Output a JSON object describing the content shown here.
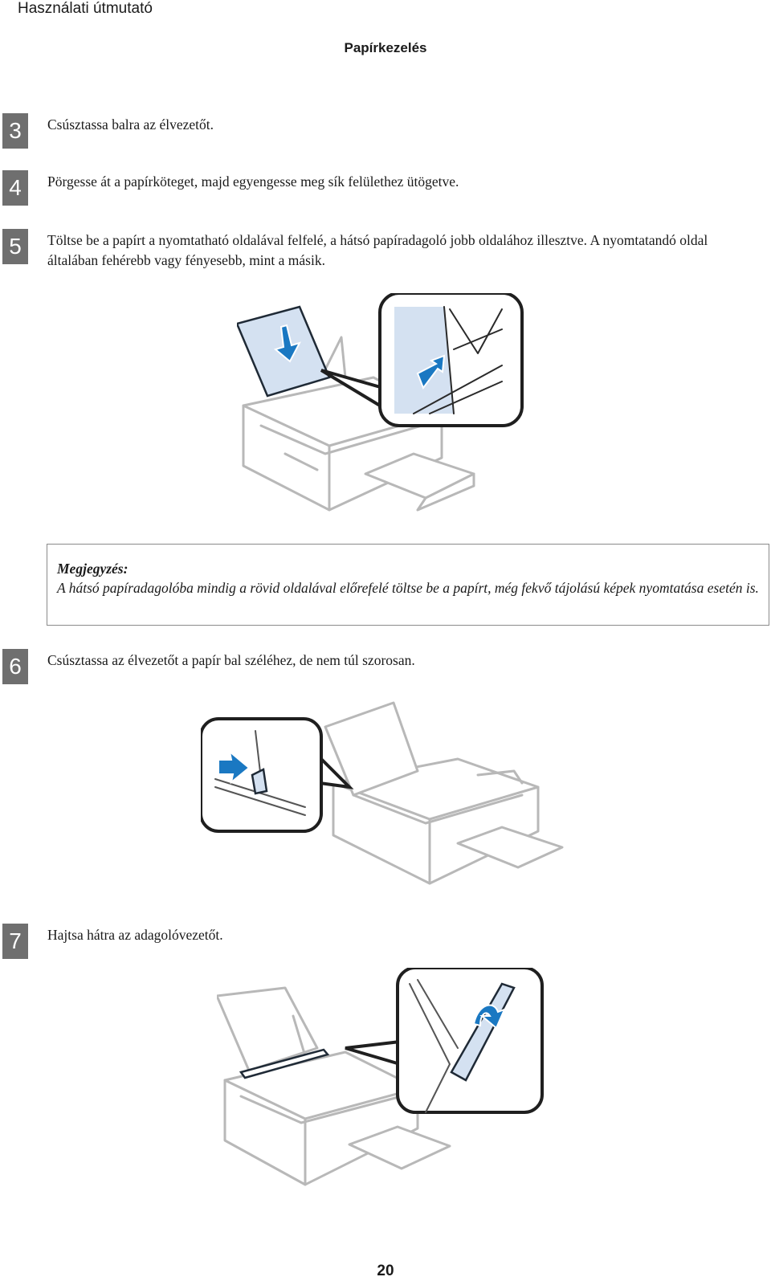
{
  "header": {
    "doc_title": "Használati útmutató",
    "section_title": "Papírkezelés"
  },
  "steps": [
    {
      "number": "3",
      "text": "Csúsztassa balra az élvezetőt."
    },
    {
      "number": "4",
      "text": "Pörgesse át a papírköteget, majd egyengesse meg sík felülethez ütögetve."
    },
    {
      "number": "5",
      "text": "Töltse be a papírt a nyomtatható oldalával felfelé, a hátsó papíradagoló jobb oldalához illesztve. A nyomtatandó oldal általában fehérebb vagy fényesebb, mint a másik."
    },
    {
      "number": "6",
      "text": "Csúsztassa az élvezetőt a papír bal széléhez, de nem túl szorosan."
    },
    {
      "number": "7",
      "text": "Hajtsa hátra az adagolóvezetőt."
    }
  ],
  "note": {
    "label": "Megjegyzés:",
    "text": "A hátsó papíradagolóba mindig a rövid oldalával előrefelé töltse be a papírt, még fekvő tájolású képek nyomtatása esetén is."
  },
  "footer": {
    "page_number": "20"
  },
  "colors": {
    "step_badge": "#6f6f6f",
    "paper_fill": "#d4e1f1",
    "arrow_blue": "#1a78c2",
    "printer_line": "#b8b8b8"
  }
}
